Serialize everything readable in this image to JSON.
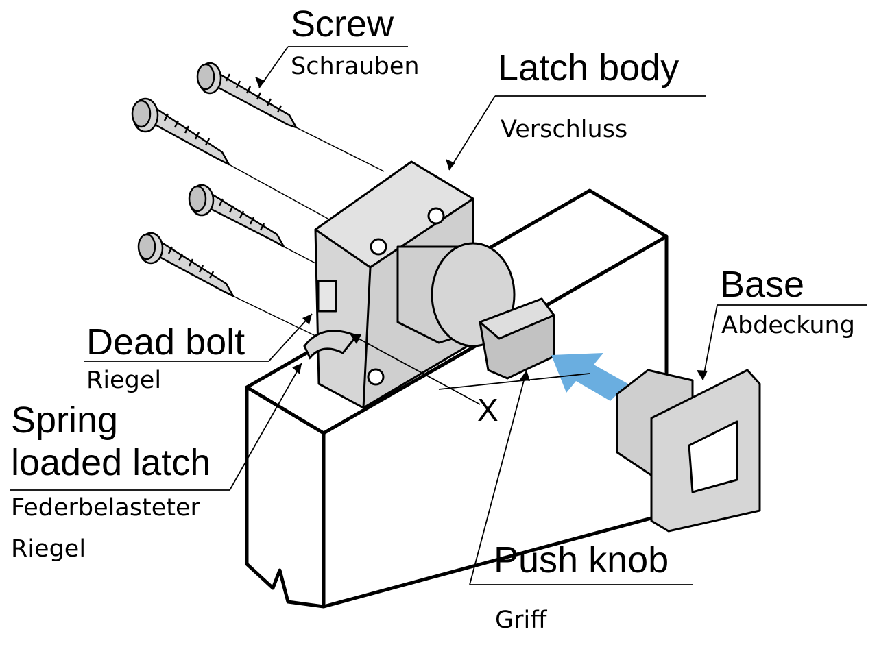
{
  "labels": {
    "screw": "Screw",
    "screw_de": "Schrauben",
    "latch_body": "Latch body",
    "latch_body_de": "Verschluss",
    "base": "Base",
    "base_de": "Abdeckung",
    "dead_bolt": "Dead bolt",
    "dead_bolt_de": "Riegel",
    "spring_line1": "Spring",
    "spring_line2": "loaded latch",
    "spring_de_line1": "Federbelasteter",
    "spring_de_line2": "Riegel",
    "push_knob": "Push knob",
    "push_knob_de": "Griff",
    "x_mark": "X"
  },
  "colors": {
    "part_fill": "#d6d6d6",
    "part_dark": "#a9a9a9",
    "outline": "#000000",
    "arrow": "#6aaee0"
  },
  "icons": {
    "insert_arrow": "arrow-right-icon"
  }
}
